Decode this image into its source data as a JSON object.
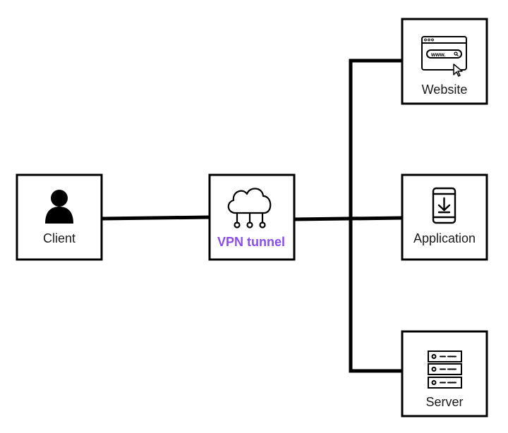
{
  "colors": {
    "background": "#ffffff",
    "stroke": "#000000",
    "accent": "#8a4cf0"
  },
  "nodes": {
    "client": {
      "label": "Client",
      "icon": "user-icon"
    },
    "vpn": {
      "label": "VPN tunnel",
      "icon": "cloud-network-icon"
    },
    "website": {
      "label": "Website",
      "icon": "browser-window-icon",
      "url_text": "www."
    },
    "application": {
      "label": "Application",
      "icon": "mobile-download-icon"
    },
    "server": {
      "label": "Server",
      "icon": "server-rack-icon"
    }
  }
}
